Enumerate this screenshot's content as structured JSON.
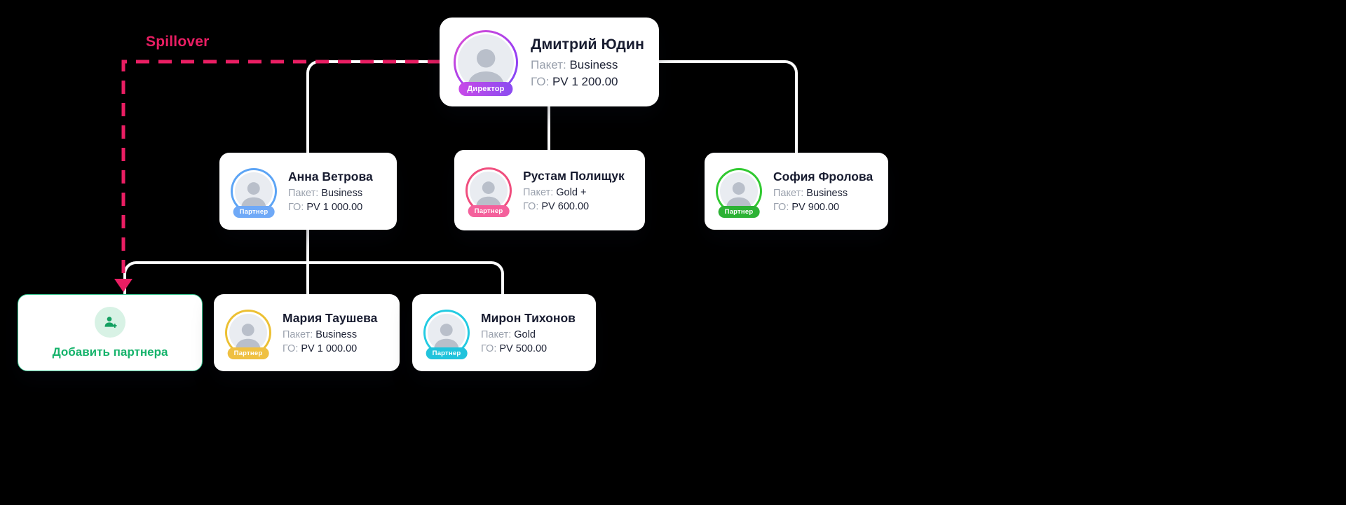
{
  "canvas": {
    "background": "#000000",
    "connector_color": "#ffffff"
  },
  "spillover": {
    "label": "Spillover",
    "color": "#ea1e63"
  },
  "labels": {
    "package": "Пакет:",
    "group_volume": "ГО:"
  },
  "nodes": [
    {
      "name": "Дмитрий Юдин",
      "badge": "Директор",
      "package": "Business",
      "pv": "PV 1 200.00",
      "ring": "linear-gradient(140deg,#e24fd0 0%,#9a3df2 60%,#7c4df5 100%)",
      "badge_color": "linear-gradient(90deg,#c84ae8,#8b4cf0)"
    },
    {
      "name": "Анна Ветрова",
      "badge": "Партнер",
      "package": "Business",
      "pv": "PV 1 000.00",
      "ring": "#5ca4f5",
      "badge_color": "#6fa9f7"
    },
    {
      "name": "Рустам Полищук",
      "badge": "Партнер",
      "package": "Gold +",
      "pv": "PV 600.00",
      "ring": "#f04e7e",
      "badge_color": "#f4619c"
    },
    {
      "name": "София Фролова",
      "badge": "Партнер",
      "package": "Business",
      "pv": "PV 900.00",
      "ring": "#31c931",
      "badge_color": "#2cb234"
    },
    {
      "name": "Мария Таушева",
      "badge": "Партнер",
      "package": "Business",
      "pv": "PV 1 000.00",
      "ring": "#ecc033",
      "badge_color": "#efc042"
    },
    {
      "name": "Мирон Тихонов",
      "badge": "Партнер",
      "package": "Gold",
      "pv": "PV 500.00",
      "ring": "#23cbe2",
      "badge_color": "#21c3dc"
    }
  ],
  "add_partner": {
    "label": "Добавить партнера",
    "text_color": "#15b36b",
    "border_color": "#3ecb96",
    "icon_bg": "#d8f2e5",
    "icon_color": "#13a061",
    "icon": "person-plus-icon"
  }
}
